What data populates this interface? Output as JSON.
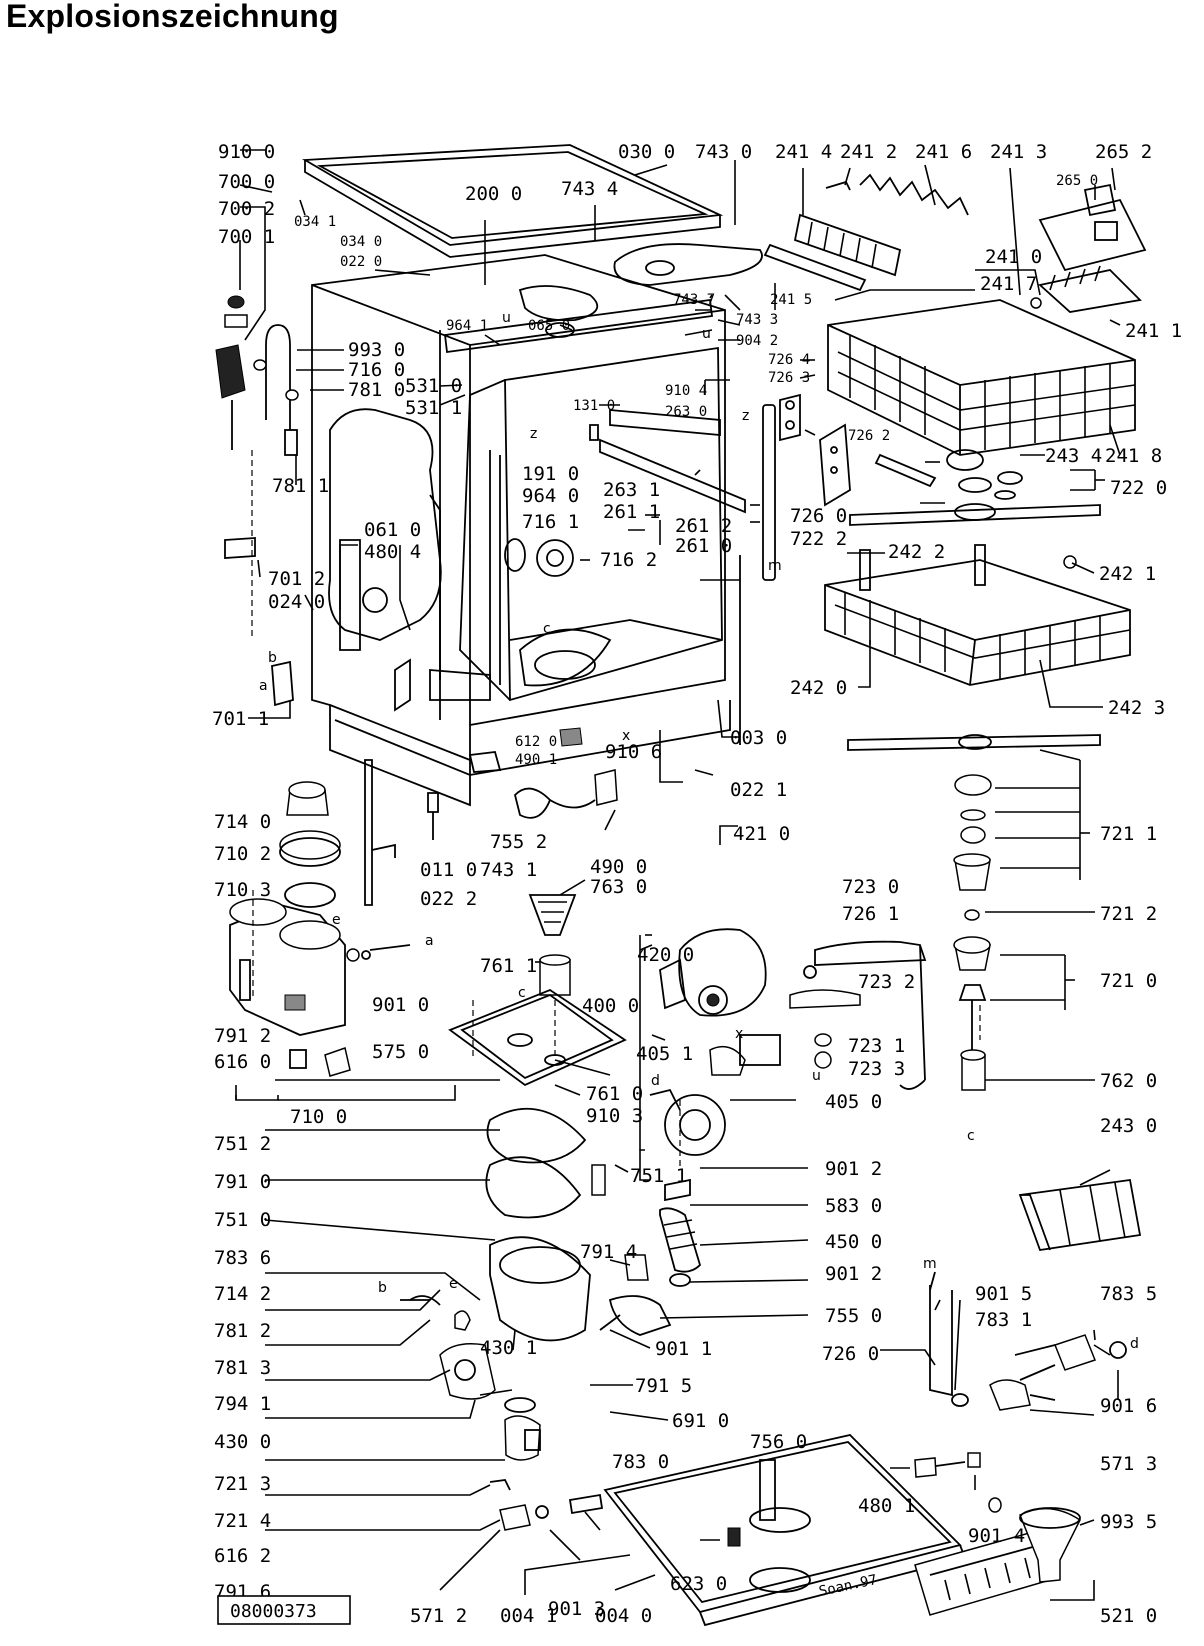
{
  "heading": "Explosionszeichnung",
  "drawing_number": "08000373",
  "signature": "Soan.97",
  "connector_letters": [
    "a",
    "b",
    "c",
    "d",
    "e",
    "m",
    "u",
    "x",
    "z"
  ],
  "part_labels": [
    "910 0",
    "700 0",
    "700 2",
    "700 1",
    "034 1",
    "030 0",
    "743 0",
    "743 4",
    "200 0",
    "034 0",
    "022 0",
    "241 4",
    "241 2",
    "241 6",
    "241 3",
    "265 2",
    "265 0",
    "241 0",
    "241 7",
    "241 5",
    "241 1",
    "241 8",
    "743 7",
    "743 3",
    "904 2",
    "726 4",
    "726 3",
    "726 2",
    "964 1",
    "065 0",
    "993 0",
    "716 0",
    "781 0",
    "531 0",
    "531 1",
    "131 0",
    "910 4",
    "263 0",
    "191 0",
    "964 0",
    "263 1",
    "261 1",
    "261 2",
    "261 0",
    "716 1",
    "716 2",
    "726 0",
    "722 2",
    "722 0",
    "243 4",
    "242 2",
    "242 1",
    "242 0",
    "242 3",
    "781 1",
    "061 0",
    "480 4",
    "701 2",
    "024 0",
    "701 1",
    "612 0",
    "490 1",
    "910 6",
    "003 0",
    "022 1",
    "714 0",
    "710 2",
    "710 3",
    "011 0",
    "743 1",
    "755 2",
    "421 0",
    "022 2",
    "490 0",
    "763 0",
    "721 1",
    "721 2",
    "721 0",
    "723 0",
    "726 1",
    "723 2",
    "723 1",
    "723 3",
    "762 0",
    "791 2",
    "616 0",
    "575 0",
    "710 0",
    "901 0",
    "761 1",
    "420 0",
    "400 0",
    "405 1",
    "405 0",
    "761 0",
    "910 3",
    "751 2",
    "791 0",
    "751 0",
    "751 1",
    "901 2",
    "583 0",
    "450 0",
    "243 0",
    "783 6",
    "714 2",
    "781 2",
    "781 3",
    "794 1",
    "430 0",
    "430 1",
    "791 4",
    "755 0",
    "901 1",
    "791 5",
    "691 0",
    "901 5",
    "783 1",
    "783 5",
    "901 6",
    "571 3",
    "721 3",
    "721 4",
    "616 2",
    "791 6",
    "756 0",
    "783 0",
    "480 1",
    "901 4",
    "993 5",
    "623 0",
    "901 3",
    "571 2",
    "004 1",
    "004 0",
    "521 0"
  ]
}
